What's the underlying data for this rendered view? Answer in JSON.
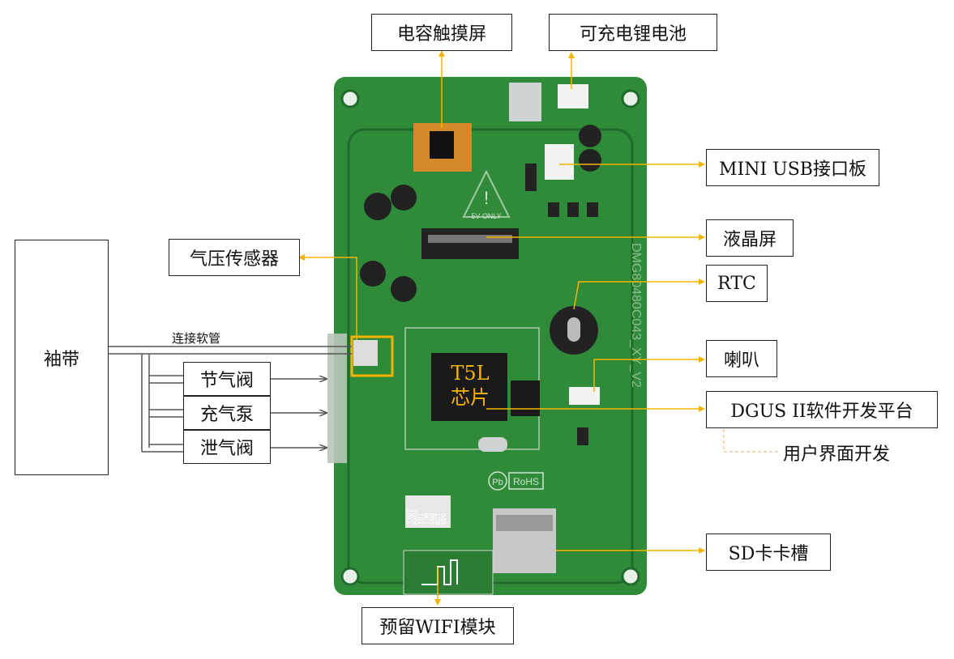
{
  "labels": {
    "touch_screen": "电容触摸屏",
    "battery": "可充电锂电池",
    "mini_usb": "MINI USB接口板",
    "lcd": "液晶屏",
    "rtc": "RTC",
    "speaker": "喇叭",
    "dgus": "DGUS II软件开发平台",
    "ui_dev": "用户界面开发",
    "sd_slot": "SD卡卡槽",
    "wifi": "预留WIFI模块",
    "pressure_sensor": "气压传感器",
    "cuff": "袖带",
    "hose": "连接软管",
    "throttle_valve": "节气阀",
    "pump": "充气泵",
    "release_valve": "泄气阀"
  },
  "chip": {
    "line1": "T5L",
    "line2": "芯片"
  },
  "board": {
    "model": "DMG80480C043_XY_V2",
    "warning": "5V ONLY",
    "rohs": "RoHS",
    "pb": "Pb",
    "pins": [
      "TXD2",
      "RXD2",
      "IO1",
      "IO0",
      "GND",
      "RST",
      "VDD"
    ]
  },
  "colors": {
    "accent": "#f5b400",
    "board": "#2f8a3a",
    "board_dark": "#1f6b2b",
    "dashed": "#f0c080"
  }
}
